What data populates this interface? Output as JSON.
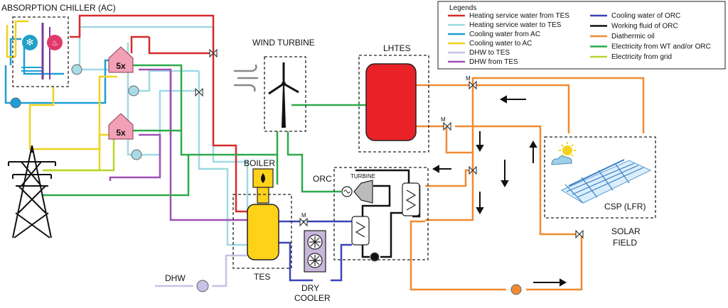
{
  "labels": {
    "absorption_chiller": "ABSORPTION CHILLER (AC)",
    "wind_turbine": "WIND TURBINE",
    "lhtes": "LHTES",
    "boiler": "BOILER",
    "orc": "ORC",
    "turbine": "TURBINE",
    "tes": "TES",
    "dry_cooler_1": "DRY",
    "dry_cooler_2": "COOLER",
    "dhw": "DHW",
    "csp": "CSP (LFR)",
    "solar_field_1": "SOLAR",
    "solar_field_2": "FIELD",
    "house_multiplier_1": "5x",
    "house_multiplier_2": "5x",
    "valve_marker": "M"
  },
  "legend": {
    "title": "Legends",
    "items": [
      {
        "label": "Heating service water from TES",
        "color": "#d62b2b"
      },
      {
        "label": "Heating service water to TES",
        "color": "#9fd9e6"
      },
      {
        "label": "Cooling water from AC",
        "color": "#1e9ed6"
      },
      {
        "label": "Cooling water to AC",
        "color": "#f0d21c"
      },
      {
        "label": "DHW to TES",
        "color": "#c6c2e6"
      },
      {
        "label": "DHW from TES",
        "color": "#a050b4"
      },
      {
        "label": "Cooling water of ORC",
        "color": "#3a44b8"
      },
      {
        "label": "Working fluid of ORC",
        "color": "#111111"
      },
      {
        "label": "Diathermic oil",
        "color": "#f08a32"
      },
      {
        "label": "Electricity from WT and/or ORC",
        "color": "#2eaa4a"
      },
      {
        "label": "Electricity from grid",
        "color": "#b8d62c"
      }
    ]
  },
  "colors": {
    "lhtes_tank": "#ea2228",
    "tes_tank": "#ffd21a",
    "house": "#f2a0b6",
    "dry_cooler": "#c9b6dc",
    "pump_light": "#a8dbe6",
    "pump_dhw": "#c6c2e6",
    "pump_oil": "#f08a32",
    "pump_blue": "#1e9ed6",
    "frame": "#222222"
  }
}
